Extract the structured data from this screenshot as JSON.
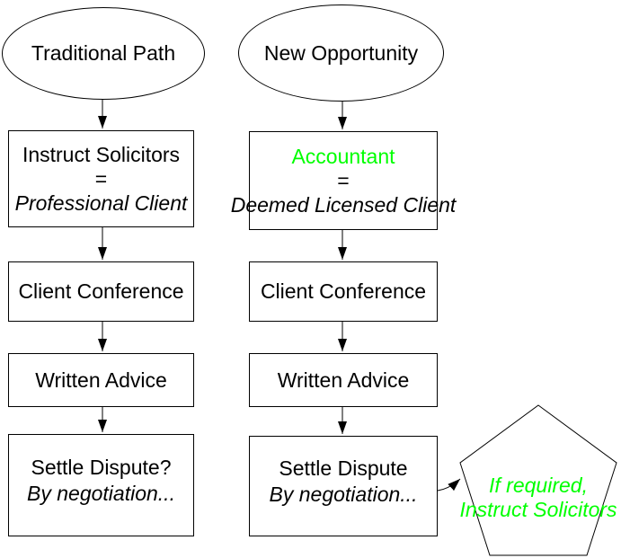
{
  "diagram": {
    "background_color": "#ffffff",
    "line_color": "#000000",
    "text_color": "#000000",
    "highlight_color": "#00ff00",
    "left_flow": {
      "start": "Traditional Path",
      "step1_line1": "Instruct Solicitors",
      "step1_line2": "=",
      "step1_line3": "Professional Client",
      "step2": "Client Conference",
      "step3": "Written Advice",
      "step4_line1": "Settle Dispute?",
      "step4_line2": "By negotiation..."
    },
    "right_flow": {
      "start": "New Opportunity",
      "step1_line1": "Accountant",
      "step1_line2": "=",
      "step1_line3": "Deemed Licensed Client",
      "step2": "Client Conference",
      "step3": "Written Advice",
      "step4_line1": "Settle Dispute",
      "step4_line2": "By negotiation...",
      "step5_line1": "If required,",
      "step5_line2": "Instruct Solicitors"
    }
  }
}
